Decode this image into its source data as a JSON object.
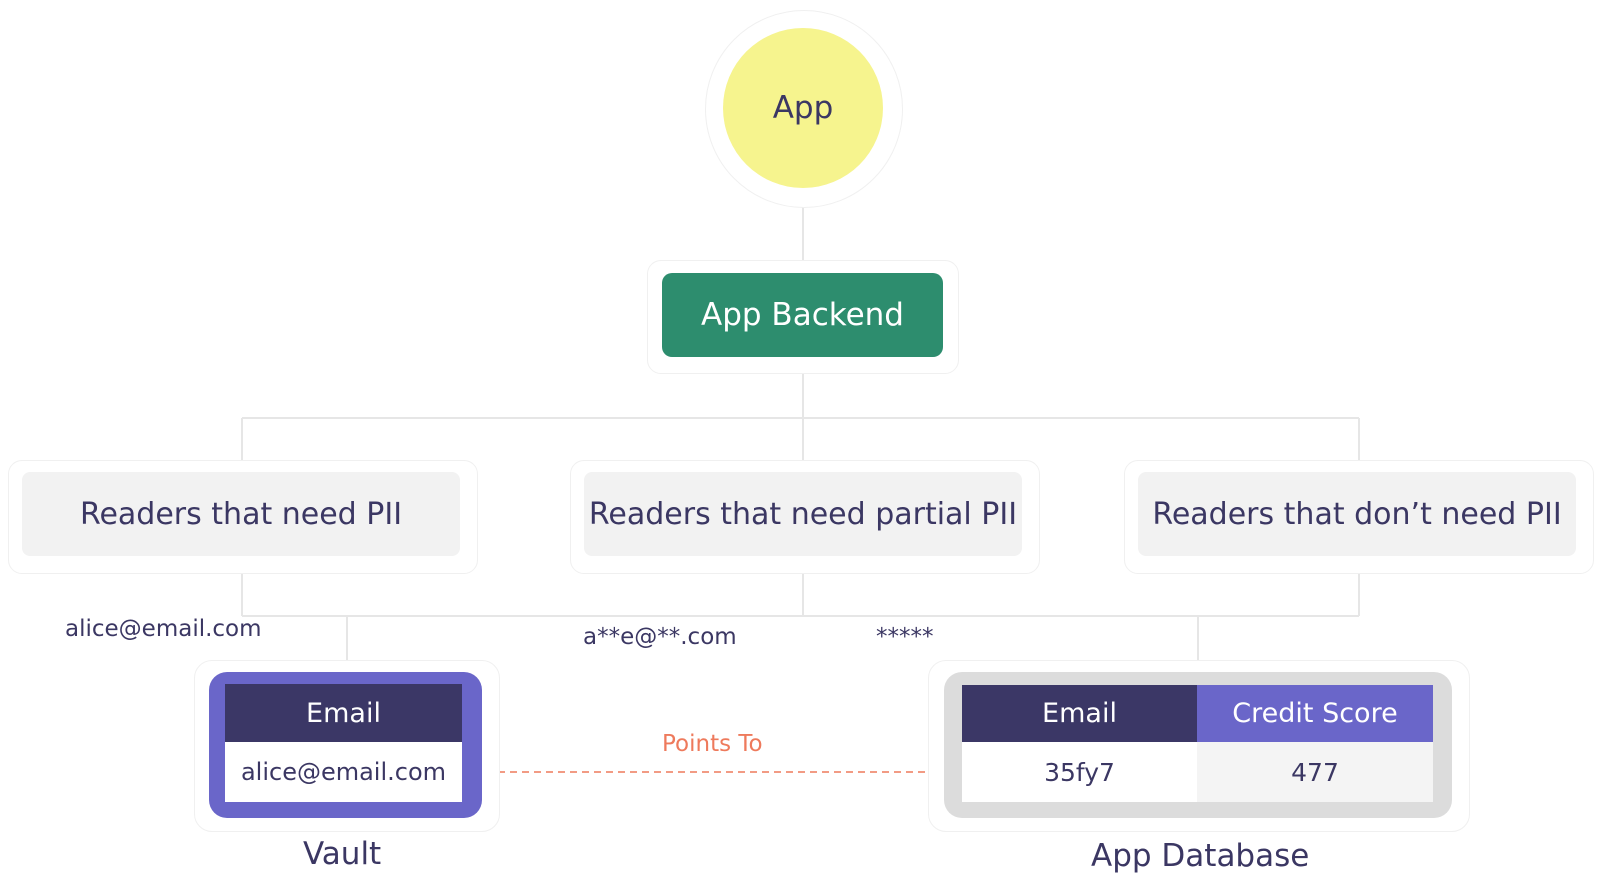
{
  "app": {
    "label": "App"
  },
  "backend": {
    "label": "App Backend"
  },
  "readers": [
    {
      "label": "Readers that need PII"
    },
    {
      "label": "Readers that need partial PII"
    },
    {
      "label": "Readers that don’t need PII"
    }
  ],
  "outputs": {
    "full": "alice@email.com",
    "partial": "a**e@**.com",
    "redacted": "*****"
  },
  "vault": {
    "caption": "Vault",
    "header": "Email",
    "value": "alice@email.com"
  },
  "link": {
    "label": "Points To"
  },
  "database": {
    "caption": "App Database",
    "headers": [
      "Email",
      "Credit Score"
    ],
    "row": [
      "35fy7",
      "477"
    ]
  },
  "colors": {
    "app": "#f6f48e",
    "backend": "#2d8d6e",
    "reader": "#f2f2f2",
    "table_header_dark": "#3b3766",
    "table_header_accent": "#6a66c9",
    "points_to": "#ee7a5c",
    "text": "#3b3763"
  }
}
